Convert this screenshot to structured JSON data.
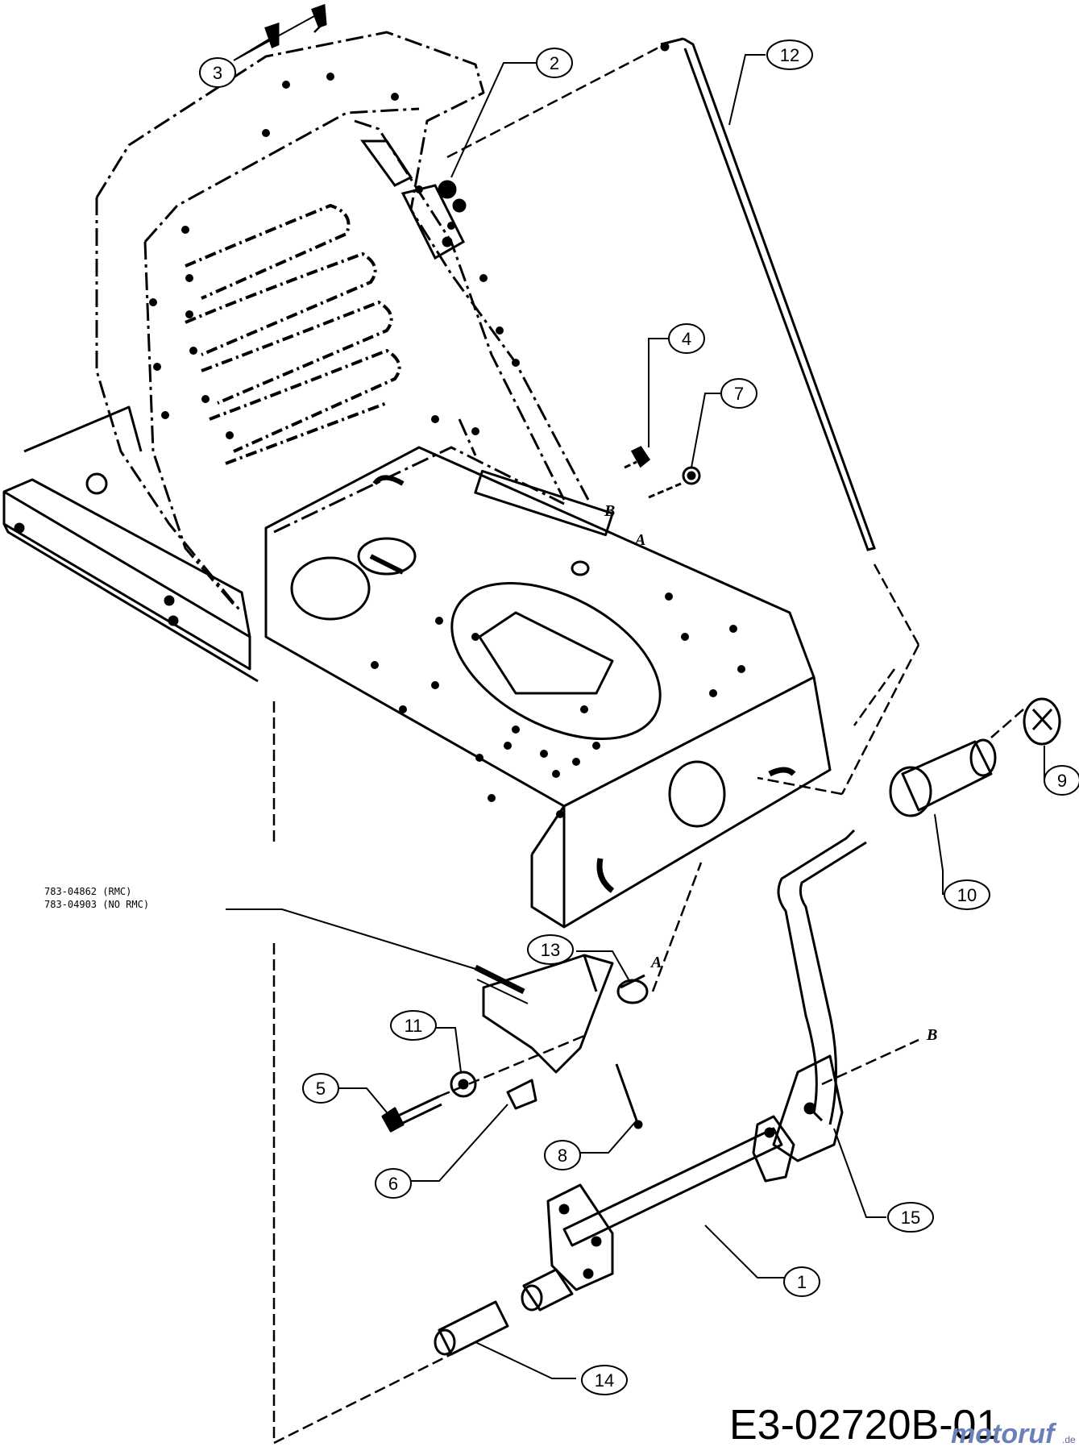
{
  "diagram_code": "E3-02720B-01",
  "note": {
    "line1": "783-04862 (RMC)",
    "line2": "783-04903 (NO RMC)"
  },
  "reference_marks": {
    "a_upper": "A",
    "b_upper": "B",
    "a_lower": "A",
    "b_lower": "B"
  },
  "callouts": [
    {
      "number": "1"
    },
    {
      "number": "2"
    },
    {
      "number": "3"
    },
    {
      "number": "4"
    },
    {
      "number": "5"
    },
    {
      "number": "6"
    },
    {
      "number": "7"
    },
    {
      "number": "8"
    },
    {
      "number": "9"
    },
    {
      "number": "10"
    },
    {
      "number": "11"
    },
    {
      "number": "12"
    },
    {
      "number": "13"
    },
    {
      "number": "14"
    },
    {
      "number": "15"
    }
  ],
  "watermark": {
    "brand": "motoruf",
    "suffix": ".de"
  }
}
